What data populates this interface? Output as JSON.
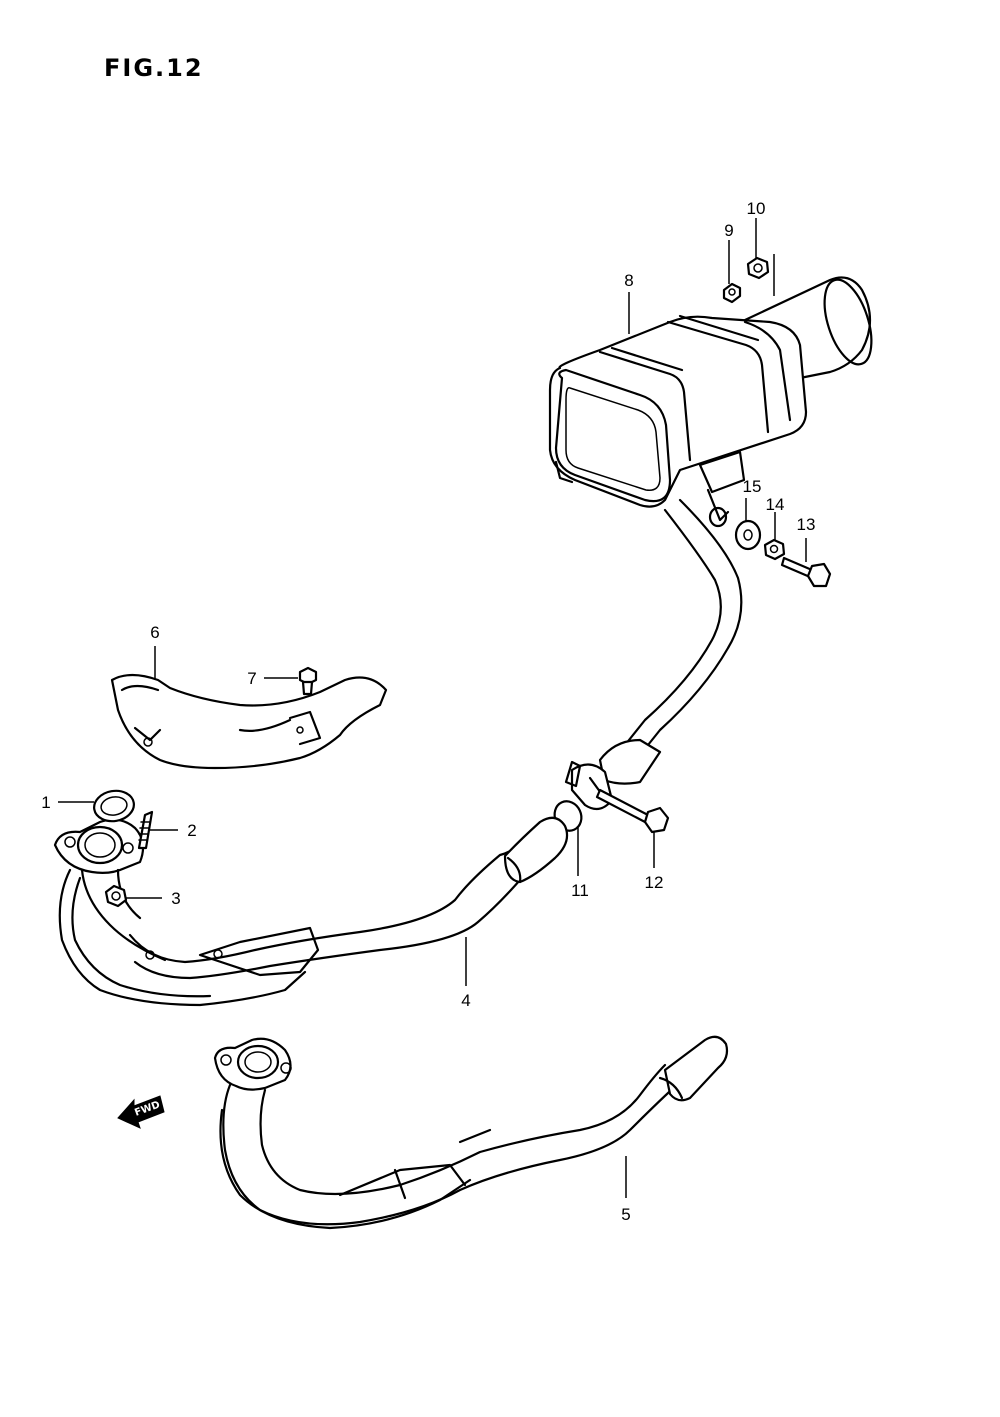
{
  "figure": {
    "title": "FIG.12"
  },
  "direction_marker": {
    "label": "FWD"
  },
  "callouts": [
    {
      "id": "1",
      "label": "1"
    },
    {
      "id": "2",
      "label": "2"
    },
    {
      "id": "3",
      "label": "3"
    },
    {
      "id": "4",
      "label": "4"
    },
    {
      "id": "5",
      "label": "5"
    },
    {
      "id": "6",
      "label": "6"
    },
    {
      "id": "7",
      "label": "7"
    },
    {
      "id": "8",
      "label": "8"
    },
    {
      "id": "9",
      "label": "9"
    },
    {
      "id": "10",
      "label": "10"
    },
    {
      "id": "11",
      "label": "11"
    },
    {
      "id": "12",
      "label": "12"
    },
    {
      "id": "13",
      "label": "13"
    },
    {
      "id": "14",
      "label": "14"
    },
    {
      "id": "15",
      "label": "15"
    }
  ]
}
